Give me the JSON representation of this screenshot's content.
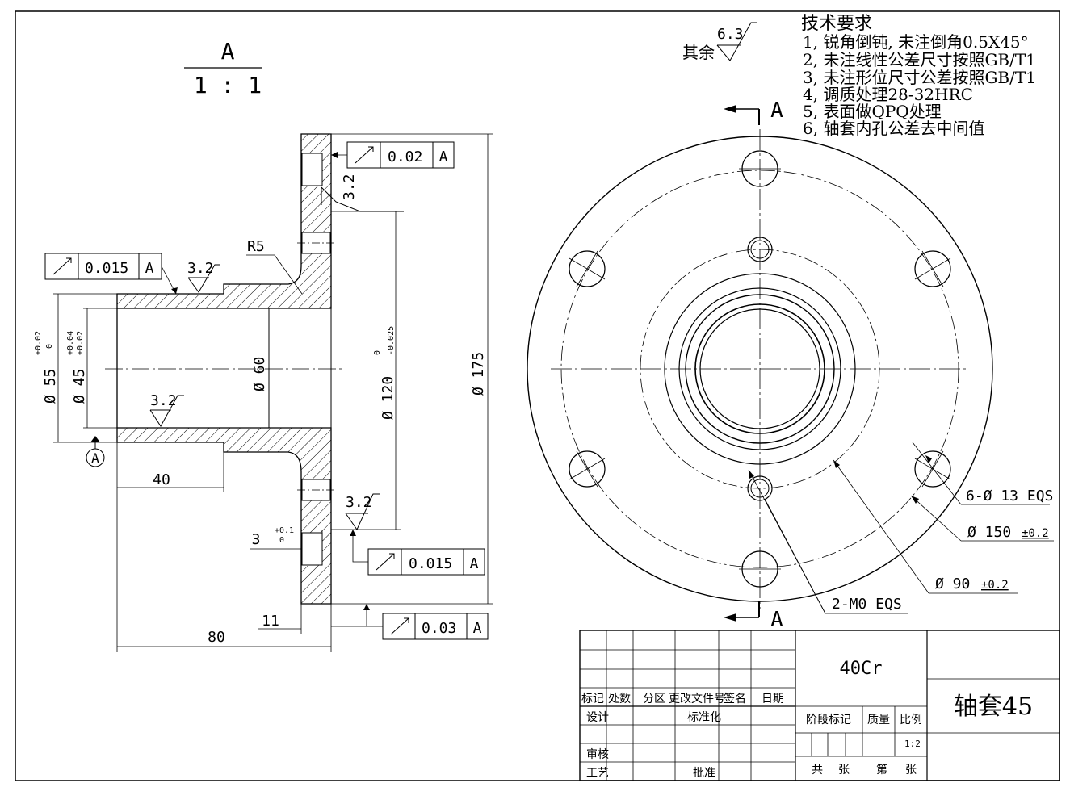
{
  "section_view": {
    "title_letter": "A",
    "scale": "1 : 1",
    "dims": {
      "bore55": "Ø 55",
      "bore55_tol_upper": "+0.02",
      "bore55_tol_lower": "0",
      "bore45": "Ø 45",
      "bore45_tol_upper": "+0.04",
      "bore45_tol_lower": "+0.02",
      "dia60": "Ø 60",
      "dia120": "Ø 120",
      "dia120_tol_upper": "0",
      "dia120_tol_lower": "-0.025",
      "dia175": "Ø 175",
      "len40": "40",
      "len80": "80",
      "len11": "11",
      "len3": "3",
      "len3_tol_upper": "+0.1",
      "len3_tol_lower": "0",
      "radius": "R5"
    },
    "roughness": [
      "3.2",
      "3.2",
      "3.2",
      "3.2"
    ],
    "datum_label": "A",
    "tolerance_frames": [
      {
        "value": "0.02",
        "datum": "A"
      },
      {
        "value": "0.015",
        "datum": "A"
      },
      {
        "value": "0.015",
        "datum": "A"
      },
      {
        "value": "0.03",
        "datum": "A"
      }
    ]
  },
  "surface_finish_note": {
    "prefix": "其余",
    "value": "6.3"
  },
  "tech_requirements": {
    "title": "技术要求",
    "items": [
      "1, 锐角倒钝, 未注倒角0.5X45°",
      "2, 未注线性公差尺寸按照GB/T1",
      "3, 未注形位尺寸公差按照GB/T1",
      "4, 调质处理28-32HRC",
      "5, 表面做QPQ处理",
      "6, 轴套内孔公差去中间值"
    ]
  },
  "front_view": {
    "section_mark": "A",
    "callouts": {
      "holes": "6-Ø 13 EQS",
      "pcd150": "Ø 150",
      "pcd150_tol": "±0.2",
      "pcd90": "Ø 90",
      "pcd90_tol": "±0.2",
      "threads": "2-M0 EQS"
    }
  },
  "title_block": {
    "material": "40Cr",
    "part_name": "轴套45",
    "header": [
      "标记",
      "处数",
      "分区",
      "更改文件号",
      "签名",
      "日期"
    ],
    "design": "设计",
    "standardize": "标准化",
    "review": "审核",
    "process": "工艺",
    "approve": "批准",
    "stage": "阶段标记",
    "weight": "质量",
    "scale_label": "比例",
    "scale_value": "1:2",
    "total": "共",
    "sheets": "张",
    "sheet_no": "第",
    "sheet_unit": "张"
  }
}
